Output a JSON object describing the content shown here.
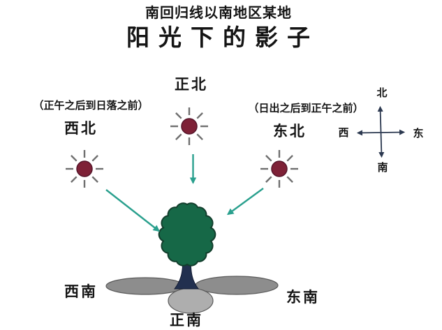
{
  "header": {
    "subtitle": "南回归线以南地区某地",
    "title": "阳光下的影子"
  },
  "suns": {
    "north": {
      "label": "正北"
    },
    "northwest": {
      "label": "西北",
      "annotation": "（正午之后到日落之前）"
    },
    "northeast": {
      "label": "东北",
      "annotation": "（日出之后到正午之前）"
    }
  },
  "shadows": {
    "southwest": {
      "label": "西南"
    },
    "south": {
      "label": "正南"
    },
    "southeast": {
      "label": "东南"
    }
  },
  "compass": {
    "north": "北",
    "south": "南",
    "west": "西",
    "east": "东"
  },
  "colors": {
    "sun_fill": "#7e2137",
    "sun_border": "#55152a",
    "ray": "#6f6f6f",
    "arrow": "#2aa08e",
    "canopy": "#166847",
    "canopy_border": "#123d2c",
    "trunk": "#22304f",
    "trunk_border": "#131c33",
    "shadow_side": "#8d8d8d",
    "shadow_front": "#aeaeae",
    "shadow_border": "#5a5a5a",
    "compass_line": "#2c3950",
    "text": "#141414",
    "background": "#ffffff"
  }
}
